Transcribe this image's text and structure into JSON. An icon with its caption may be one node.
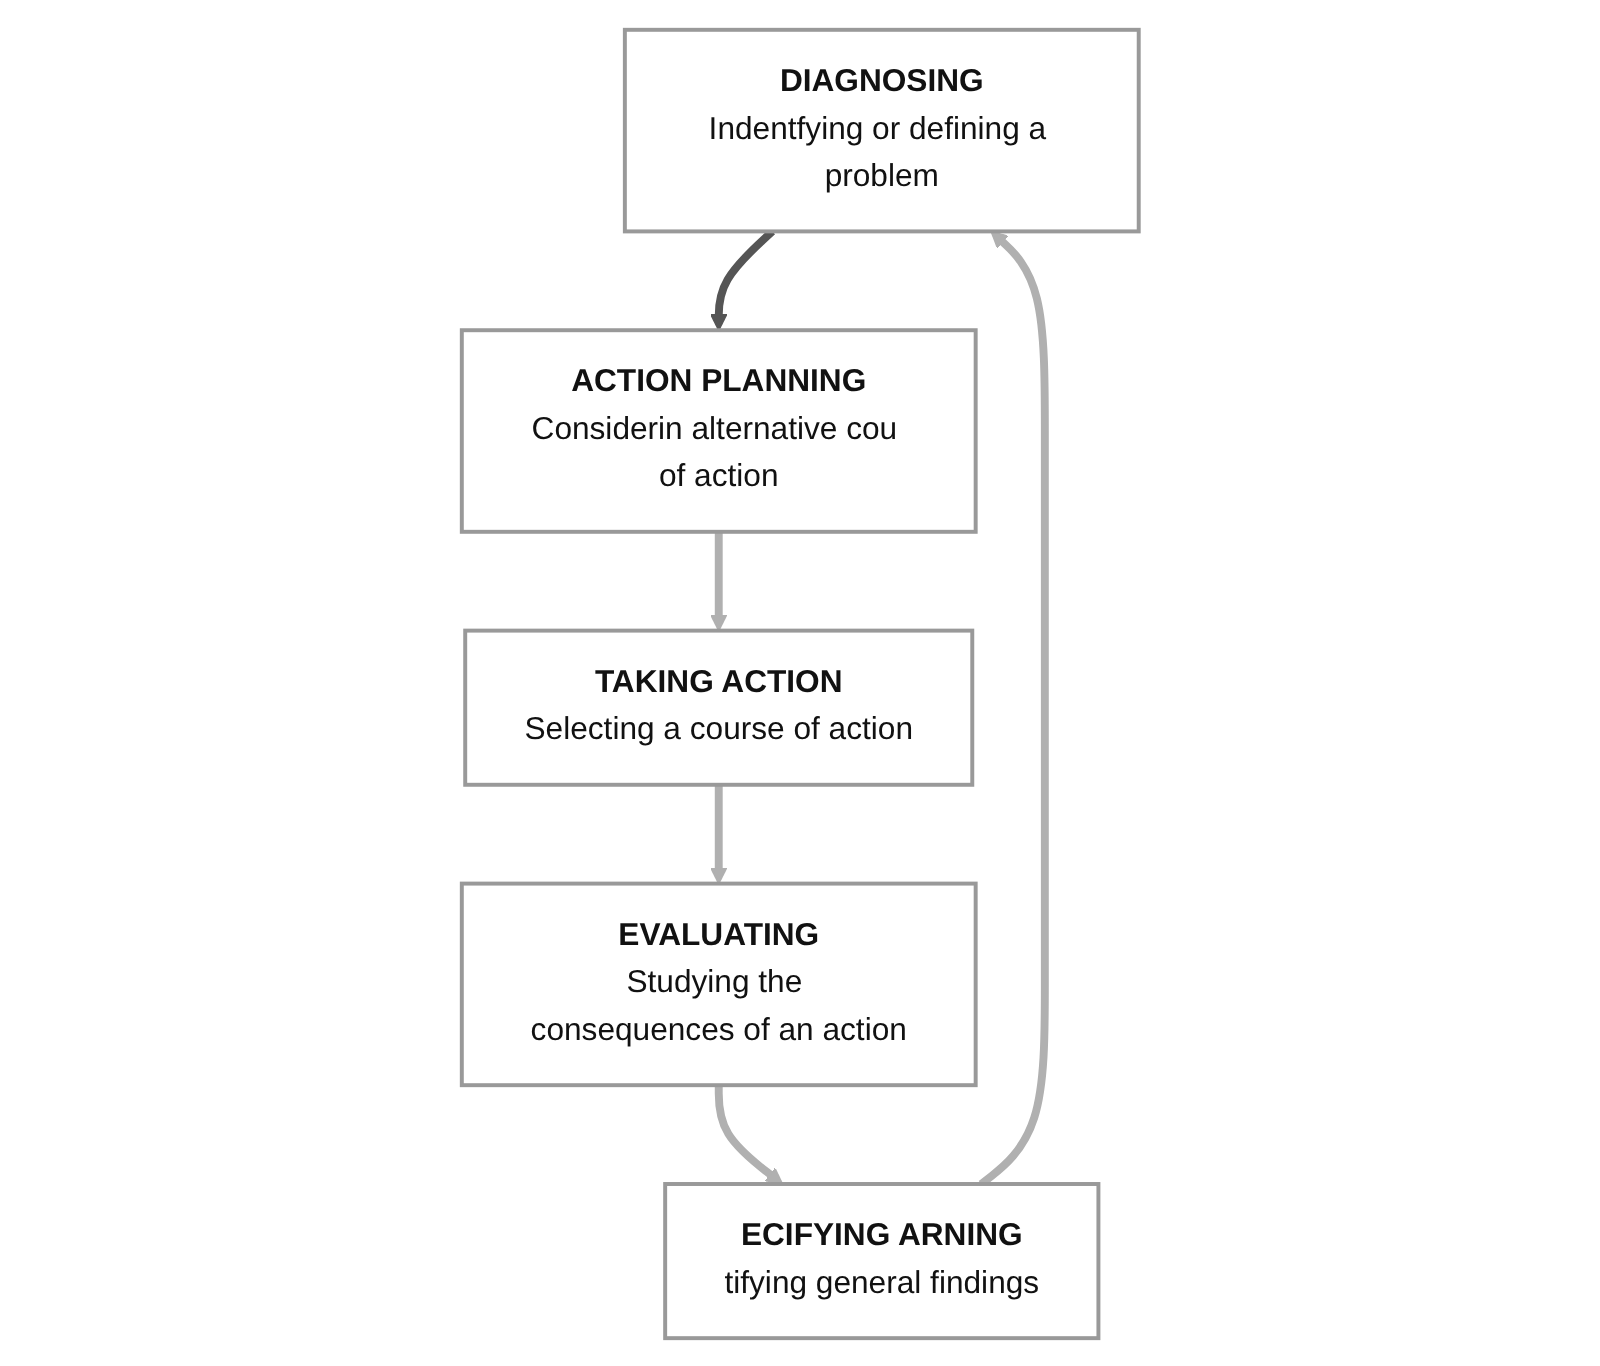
{
  "diagram": {
    "nodes": [
      {
        "text": [
          "DIAGNOSING",
          "Indentfying or defining a problem"
        ]
      },
      {
        "text": [
          "ACTION PLANNING",
          "Considerin alternative cou of action"
        ]
      },
      {
        "text": [
          "TAKING ACTION",
          "Selecting a course of action"
        ]
      },
      {
        "text": [
          "EVALUATING",
          "Studying the consequences of an action"
        ]
      },
      {
        "text": [
          "ECIFYING ARNING",
          "tifying general findings"
        ]
      }
    ],
    "edges": [
      {
        "from": 0,
        "to": 1,
        "arrow": "to",
        "color": "#555555"
      },
      {
        "from": 1,
        "to": 2,
        "arrow": "to"
      },
      {
        "from": 2,
        "to": 3,
        "arrow": "to"
      },
      {
        "from": 3,
        "to": 4,
        "arrow": "to"
      },
      {
        "from": 4,
        "to": 0,
        "arrow": "to"
      }
    ]
  }
}
